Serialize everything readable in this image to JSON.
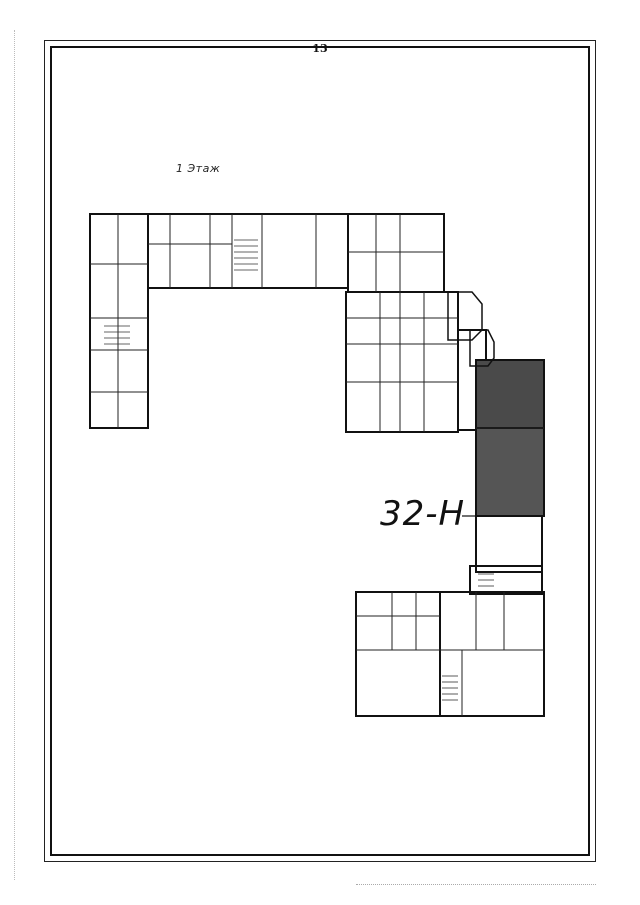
{
  "sheet": {
    "page_number": "13",
    "floor_label": "1 Этаж",
    "unit_label": "32-Н",
    "highlight_color": "#4a4a4a",
    "line_color": "#111111"
  }
}
